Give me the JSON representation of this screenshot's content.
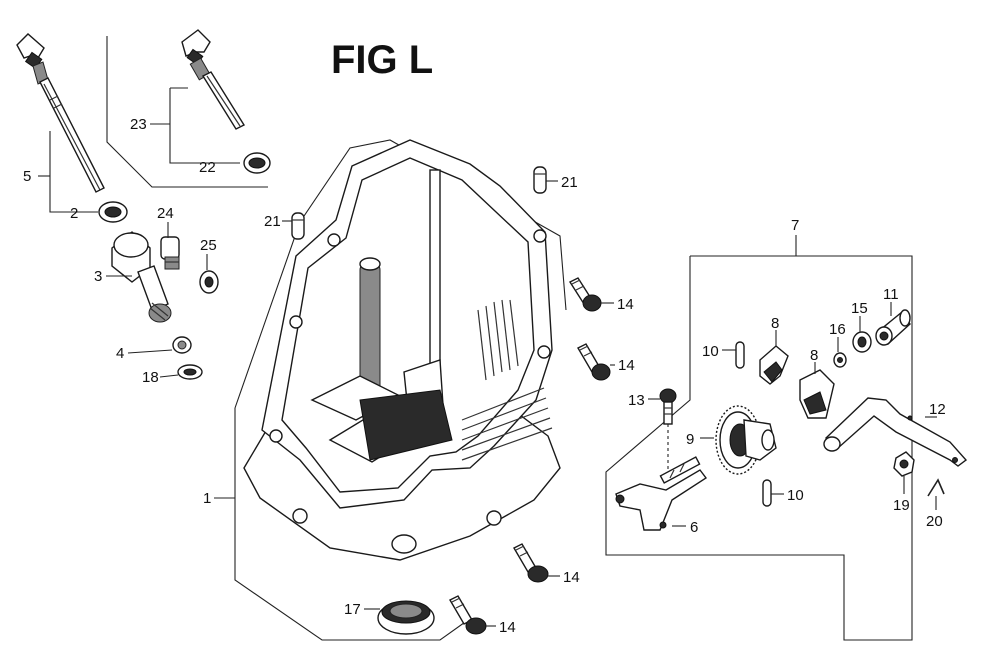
{
  "figure": {
    "title": "FIG L"
  },
  "callouts": [
    {
      "id": "c5",
      "text": "5"
    },
    {
      "id": "c2",
      "text": "2"
    },
    {
      "id": "c3",
      "text": "3"
    },
    {
      "id": "c4",
      "text": "4"
    },
    {
      "id": "c18",
      "text": "18"
    },
    {
      "id": "c24",
      "text": "24"
    },
    {
      "id": "c25",
      "text": "25"
    },
    {
      "id": "c23",
      "text": "23"
    },
    {
      "id": "c22",
      "text": "22"
    },
    {
      "id": "c21a",
      "text": "21"
    },
    {
      "id": "c21b",
      "text": "21"
    },
    {
      "id": "c14a",
      "text": "14"
    },
    {
      "id": "c14b",
      "text": "14"
    },
    {
      "id": "c14c",
      "text": "14"
    },
    {
      "id": "c14d",
      "text": "14"
    },
    {
      "id": "c1",
      "text": "1"
    },
    {
      "id": "c17",
      "text": "17"
    },
    {
      "id": "c7",
      "text": "7"
    },
    {
      "id": "c10a",
      "text": "10"
    },
    {
      "id": "c8a",
      "text": "8"
    },
    {
      "id": "c8b",
      "text": "8"
    },
    {
      "id": "c16",
      "text": "16"
    },
    {
      "id": "c15",
      "text": "15"
    },
    {
      "id": "c11",
      "text": "11"
    },
    {
      "id": "c13",
      "text": "13"
    },
    {
      "id": "c9",
      "text": "9"
    },
    {
      "id": "c10b",
      "text": "10"
    },
    {
      "id": "c6",
      "text": "6"
    },
    {
      "id": "c12",
      "text": "12"
    },
    {
      "id": "c19",
      "text": "19"
    },
    {
      "id": "c20",
      "text": "20"
    }
  ]
}
